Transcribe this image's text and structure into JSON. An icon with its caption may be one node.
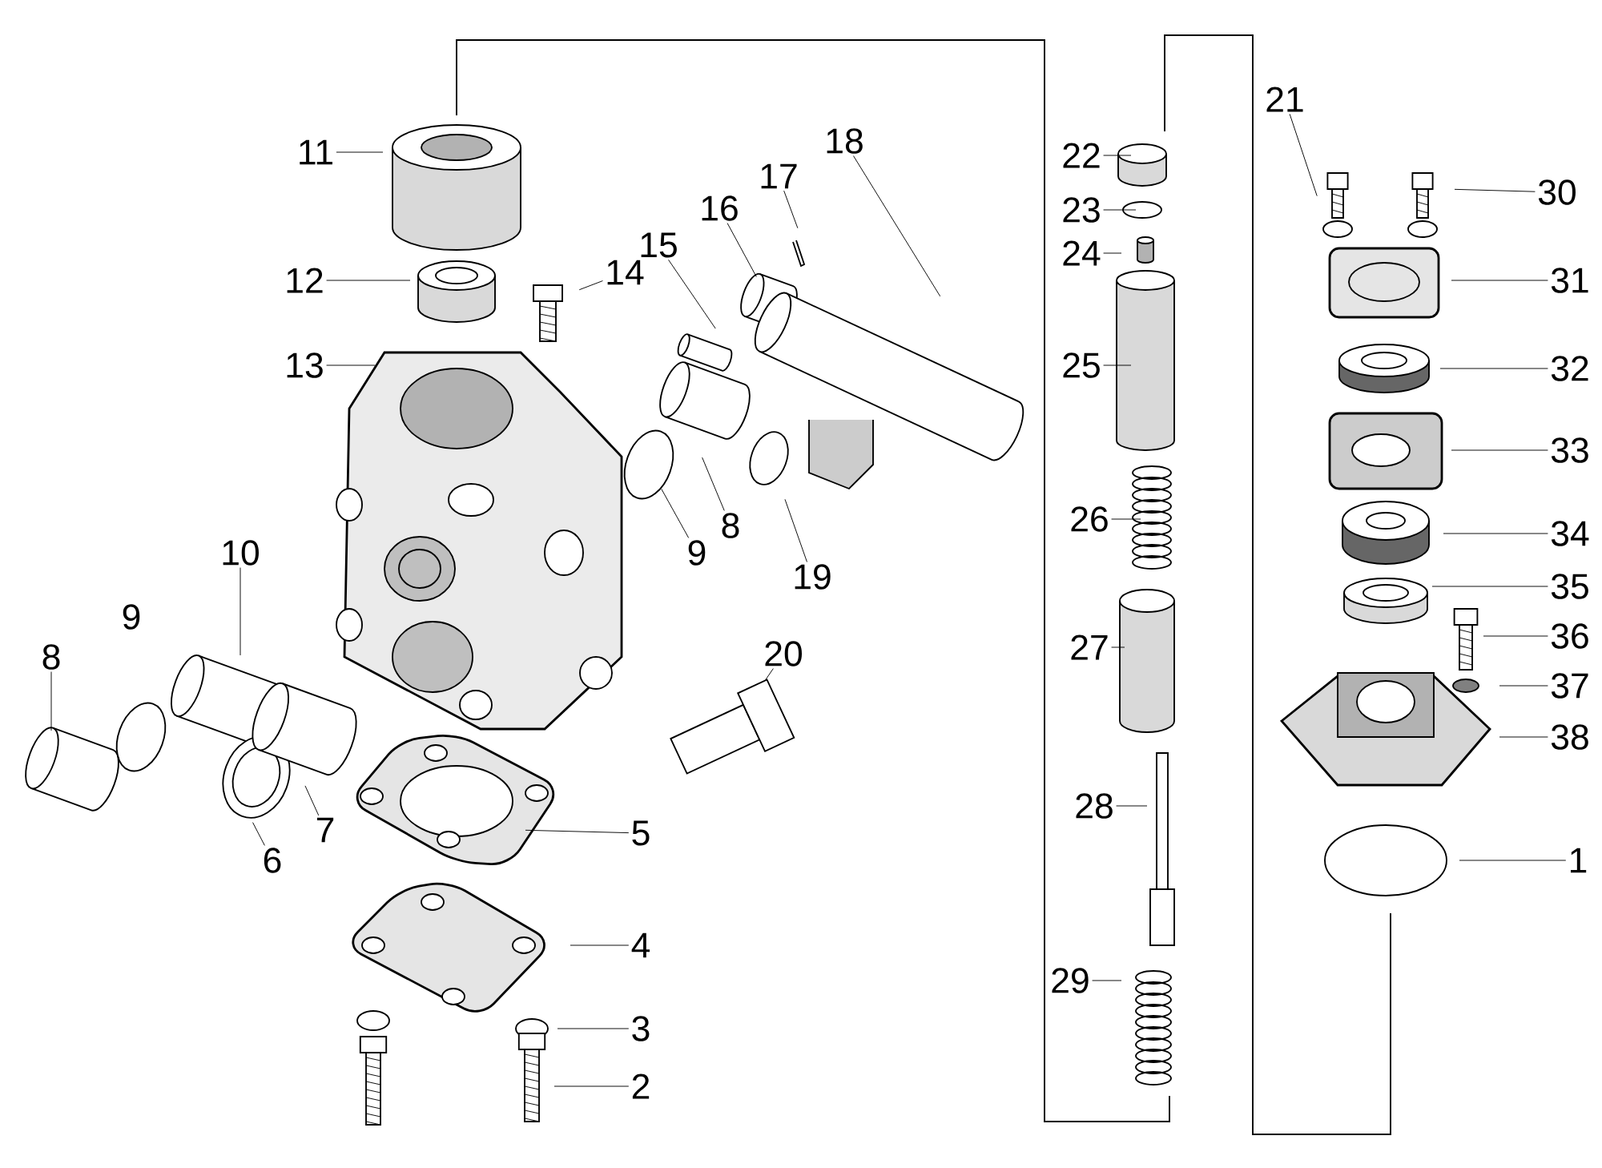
{
  "diagram": {
    "nodes": [
      {
        "text": [
          "11"
        ]
      },
      {
        "text": [
          "12"
        ]
      },
      {
        "text": [
          "13"
        ]
      },
      {
        "text": [
          "14"
        ]
      },
      {
        "text": [
          "15"
        ]
      },
      {
        "text": [
          "16"
        ]
      },
      {
        "text": [
          "17"
        ]
      },
      {
        "text": [
          "18"
        ]
      },
      {
        "text": [
          "9"
        ]
      },
      {
        "text": [
          "8"
        ]
      },
      {
        "text": [
          "19"
        ]
      },
      {
        "text": [
          "10"
        ]
      },
      {
        "text": [
          "8"
        ]
      },
      {
        "text": [
          "20"
        ]
      },
      {
        "text": [
          "6"
        ]
      },
      {
        "text": [
          "7"
        ]
      },
      {
        "text": [
          "5"
        ]
      },
      {
        "text": [
          "4"
        ]
      },
      {
        "text": [
          "3"
        ]
      },
      {
        "text": [
          "2"
        ]
      },
      {
        "text": [
          "22"
        ]
      },
      {
        "text": [
          "23"
        ]
      },
      {
        "text": [
          "24"
        ]
      },
      {
        "text": [
          "25"
        ]
      },
      {
        "text": [
          "26"
        ]
      },
      {
        "text": [
          "27"
        ]
      },
      {
        "text": [
          "28"
        ]
      },
      {
        "text": [
          "29"
        ]
      },
      {
        "text": [
          "21"
        ]
      },
      {
        "text": [
          "30"
        ]
      },
      {
        "text": [
          "31"
        ]
      },
      {
        "text": [
          "32"
        ]
      },
      {
        "text": [
          "33"
        ]
      },
      {
        "text": [
          "34"
        ]
      },
      {
        "text": [
          "35"
        ]
      },
      {
        "text": [
          "36"
        ]
      },
      {
        "text": [
          "37"
        ]
      },
      {
        "text": [
          "38"
        ]
      },
      {
        "text": [
          "1"
        ]
      }
    ],
    "edges": [
      {
        "from": 0,
        "to": null,
        "arrow": "none"
      },
      {
        "from": 1,
        "to": null,
        "arrow": "none"
      },
      {
        "from": 2,
        "to": null,
        "arrow": "none"
      },
      {
        "from": 3,
        "to": null,
        "arrow": "none"
      },
      {
        "from": 4,
        "to": null,
        "arrow": "none"
      },
      {
        "from": 5,
        "to": null,
        "arrow": "none"
      },
      {
        "from": 6,
        "to": null,
        "arrow": "none"
      },
      {
        "from": 7,
        "to": null,
        "arrow": "none"
      },
      {
        "from": 8,
        "to": null,
        "arrow": "none"
      },
      {
        "from": 9,
        "to": null,
        "arrow": "none"
      },
      {
        "from": 10,
        "to": null,
        "arrow": "none"
      },
      {
        "from": 11,
        "to": null,
        "arrow": "none"
      },
      {
        "from": 12,
        "to": null,
        "arrow": "none"
      },
      {
        "from": 13,
        "to": null,
        "arrow": "none"
      },
      {
        "from": 14,
        "to": null,
        "arrow": "none"
      },
      {
        "from": 15,
        "to": null,
        "arrow": "none"
      },
      {
        "from": 16,
        "to": null,
        "arrow": "none"
      },
      {
        "from": 17,
        "to": null,
        "arrow": "none"
      },
      {
        "from": 18,
        "to": null,
        "arrow": "none"
      },
      {
        "from": 19,
        "to": null,
        "arrow": "none"
      },
      {
        "from": 20,
        "to": null,
        "arrow": "none"
      },
      {
        "from": 21,
        "to": null,
        "arrow": "none"
      },
      {
        "from": 22,
        "to": null,
        "arrow": "none"
      },
      {
        "from": 23,
        "to": null,
        "arrow": "none"
      },
      {
        "from": 24,
        "to": null,
        "arrow": "none"
      },
      {
        "from": 25,
        "to": null,
        "arrow": "none"
      },
      {
        "from": 26,
        "to": null,
        "arrow": "none"
      },
      {
        "from": 27,
        "to": null,
        "arrow": "none"
      },
      {
        "from": 28,
        "to": null,
        "arrow": "none"
      },
      {
        "from": 29,
        "to": null,
        "arrow": "none"
      },
      {
        "from": 30,
        "to": null,
        "arrow": "none"
      },
      {
        "from": 31,
        "to": null,
        "arrow": "none"
      },
      {
        "from": 32,
        "to": null,
        "arrow": "none"
      },
      {
        "from": 33,
        "to": null,
        "arrow": "none"
      },
      {
        "from": 34,
        "to": null,
        "arrow": "none"
      },
      {
        "from": 35,
        "to": null,
        "arrow": "none"
      },
      {
        "from": 36,
        "to": null,
        "arrow": "none"
      },
      {
        "from": 37,
        "to": null,
        "arrow": "none"
      },
      {
        "from": 38,
        "to": null,
        "arrow": "none"
      }
    ],
    "labels": [
      "9"
    ]
  }
}
